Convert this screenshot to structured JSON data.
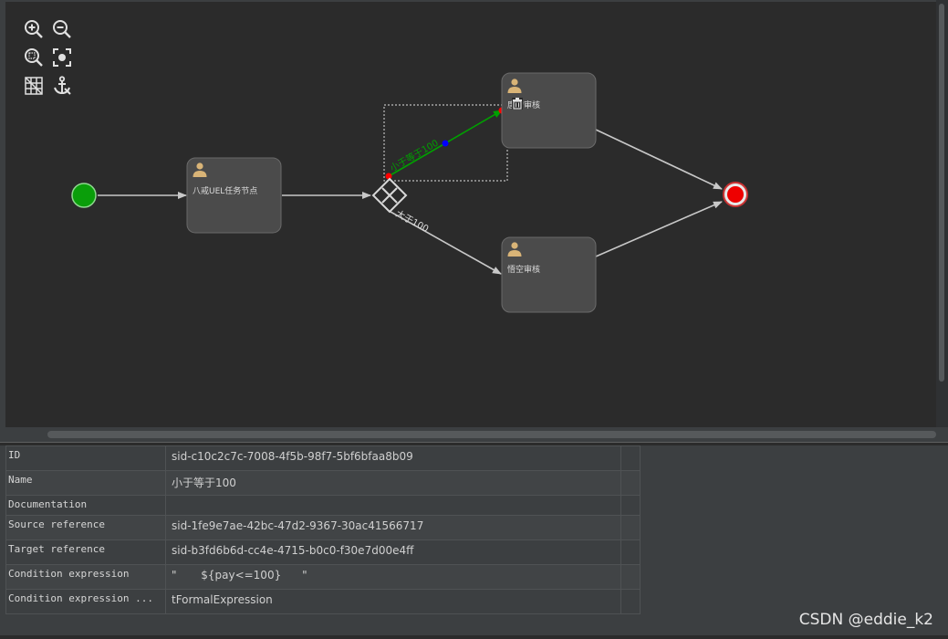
{
  "canvas": {
    "background": "#2b2b2b",
    "nodes": {
      "task1": {
        "label": "八戒UEL任务节点"
      },
      "task2": {
        "label": "唐僧审核"
      },
      "task3": {
        "label": "悟空审核"
      }
    },
    "flows": {
      "selected": {
        "label": "小于等于100",
        "color": "#00a000"
      },
      "other": {
        "label": "大于100"
      }
    },
    "toolbar": [
      {
        "name": "zoom-in-icon"
      },
      {
        "name": "zoom-out-icon"
      },
      {
        "name": "zoom-actual-icon"
      },
      {
        "name": "zoom-fit-icon"
      },
      {
        "name": "grid-icon"
      },
      {
        "name": "anchor-icon"
      }
    ]
  },
  "properties": [
    {
      "key": "ID",
      "value": "sid-c10c2c7c-7008-4f5b-98f7-5bf6bfaa8b09"
    },
    {
      "key": "Name",
      "value": "小于等于100"
    },
    {
      "key": "Documentation",
      "value": ""
    },
    {
      "key": "Source reference",
      "value": "sid-1fe9e7ae-42bc-47d2-9367-30ac41566717"
    },
    {
      "key": "Target reference",
      "value": "sid-b3fd6b6d-cc4e-4715-b0c0-f30e7d00e4ff"
    },
    {
      "key": "Condition expression",
      "value": "\"       ${pay<=100}      \""
    },
    {
      "key": "Condition expression ...",
      "value": "tFormalExpression"
    }
  ],
  "watermark": "CSDN @eddie_k2"
}
